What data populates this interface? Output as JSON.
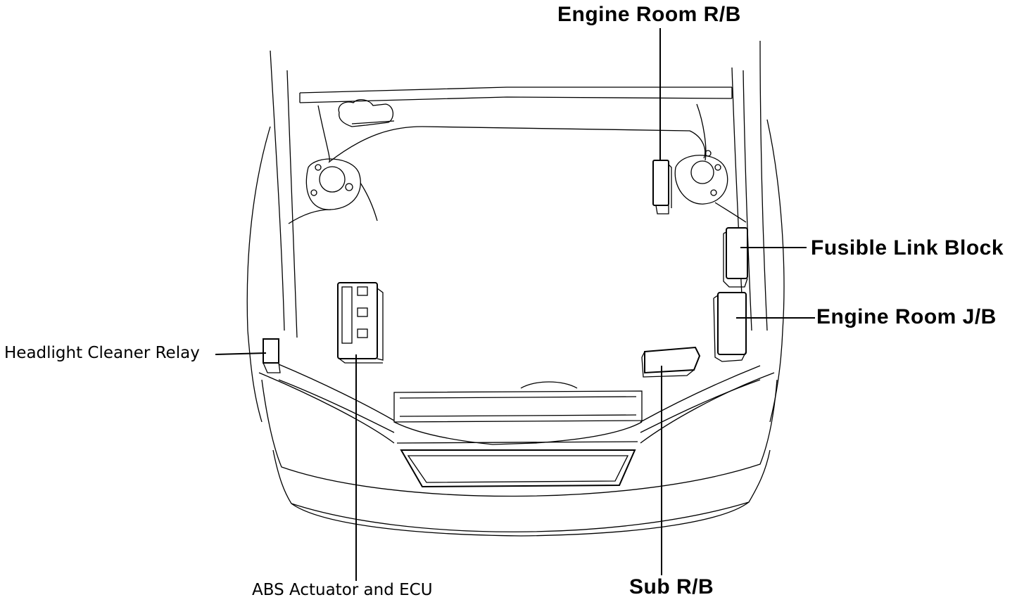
{
  "labels": {
    "engine_room_rb": "Engine Room R/B",
    "fusible_link_block": "Fusible Link Block",
    "engine_room_jb": "Engine Room J/B",
    "headlight_cleaner_relay": "Headlight Cleaner Relay",
    "abs_actuator_ecu": "ABS Actuator and ECU",
    "sub_rb": "Sub R/B"
  },
  "colors": {
    "line": "#000000",
    "background": "#ffffff"
  }
}
